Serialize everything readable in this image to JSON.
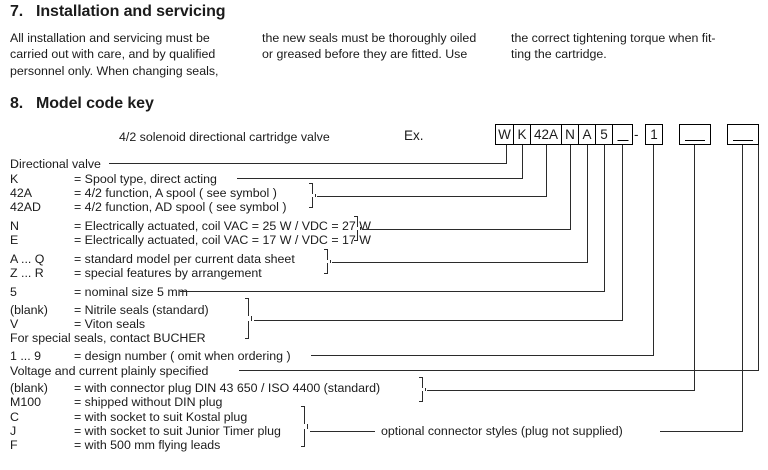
{
  "sections": [
    {
      "number": "7.",
      "title": "Installation and servicing"
    },
    {
      "number": "8.",
      "title": "Model code key"
    }
  ],
  "body_columns": [
    {
      "lines": [
        "All installation and servicing  must be",
        "carried out with care, and by qualified",
        "personnel only. When changing seals,"
      ]
    },
    {
      "lines": [
        "the new seals must be thoroughly oiled",
        "or greased before they are fitted. Use"
      ]
    },
    {
      "lines": [
        "the correct tightening torque when fit-",
        "ting the cartridge."
      ]
    }
  ],
  "model_code": {
    "description": "4/2 solenoid directional cartridge valve",
    "example_label": "Ex.",
    "boxes": [
      {
        "text": "W",
        "underscore": false
      },
      {
        "text": "K",
        "underscore": false
      },
      {
        "text": "42A",
        "underscore": false
      },
      {
        "text": "N",
        "underscore": false
      },
      {
        "text": "A",
        "underscore": false
      },
      {
        "text": "5",
        "underscore": false
      },
      {
        "text": "",
        "underscore": true
      }
    ],
    "separator": "-",
    "boxes_after": [
      {
        "text": "1",
        "underscore": false
      }
    ],
    "boxes_optional": [
      {
        "text": "",
        "underscore": true
      },
      {
        "text": "",
        "underscore": true
      }
    ]
  },
  "legend": [
    {
      "code": "Directional valve",
      "desc": "",
      "single": true
    },
    {
      "code": "K",
      "desc": "= Spool type, direct acting"
    },
    {
      "code": "42A",
      "desc": "= 4/2 function, A spool  ( see symbol )"
    },
    {
      "code": "42AD",
      "desc": "= 4/2 function, AD spool  ( see symbol )"
    },
    {
      "code": "N",
      "desc": "= Electrically actuated, coil VAC = 25 W /  VDC = 27 W"
    },
    {
      "code": "E",
      "desc": "= Electrically actuated, coil VAC = 17 W /  VDC = 17 W"
    },
    {
      "code": "A ... Q",
      "desc": "= standard model per current data sheet"
    },
    {
      "code": "Z ... R",
      "desc": "= special features by arrangement"
    },
    {
      "code": "5",
      "desc": "= nominal size 5 mm"
    },
    {
      "code": "(blank)",
      "desc": "= Nitrile seals (standard)"
    },
    {
      "code": "V",
      "desc": "= Viton seals"
    },
    {
      "code": "For special seals, contact BUCHER",
      "desc": "",
      "single": true
    },
    {
      "code": "1 ... 9",
      "desc": "= design number  ( omit when ordering )"
    },
    {
      "code": "Voltage and current plainly specified",
      "desc": "",
      "single": true
    },
    {
      "code": "(blank)",
      "desc": "= with connector plug DIN 43 650 / ISO 4400 (standard)"
    },
    {
      "code": "M100",
      "desc": "= shipped without DIN plug"
    },
    {
      "code": "C",
      "desc": "= with socket to suit Kostal plug"
    },
    {
      "code": "J",
      "desc": "= with socket to suit Junior Timer plug"
    },
    {
      "code": "F",
      "desc": "= with 500 mm flying leads"
    }
  ],
  "annotations": {
    "optional_connector": "optional connector styles (plug not supplied)"
  },
  "colors": {
    "ink": "#1b1b1b",
    "line": "#2b2b2b",
    "box_border": "#000000",
    "background": "#ffffff"
  }
}
